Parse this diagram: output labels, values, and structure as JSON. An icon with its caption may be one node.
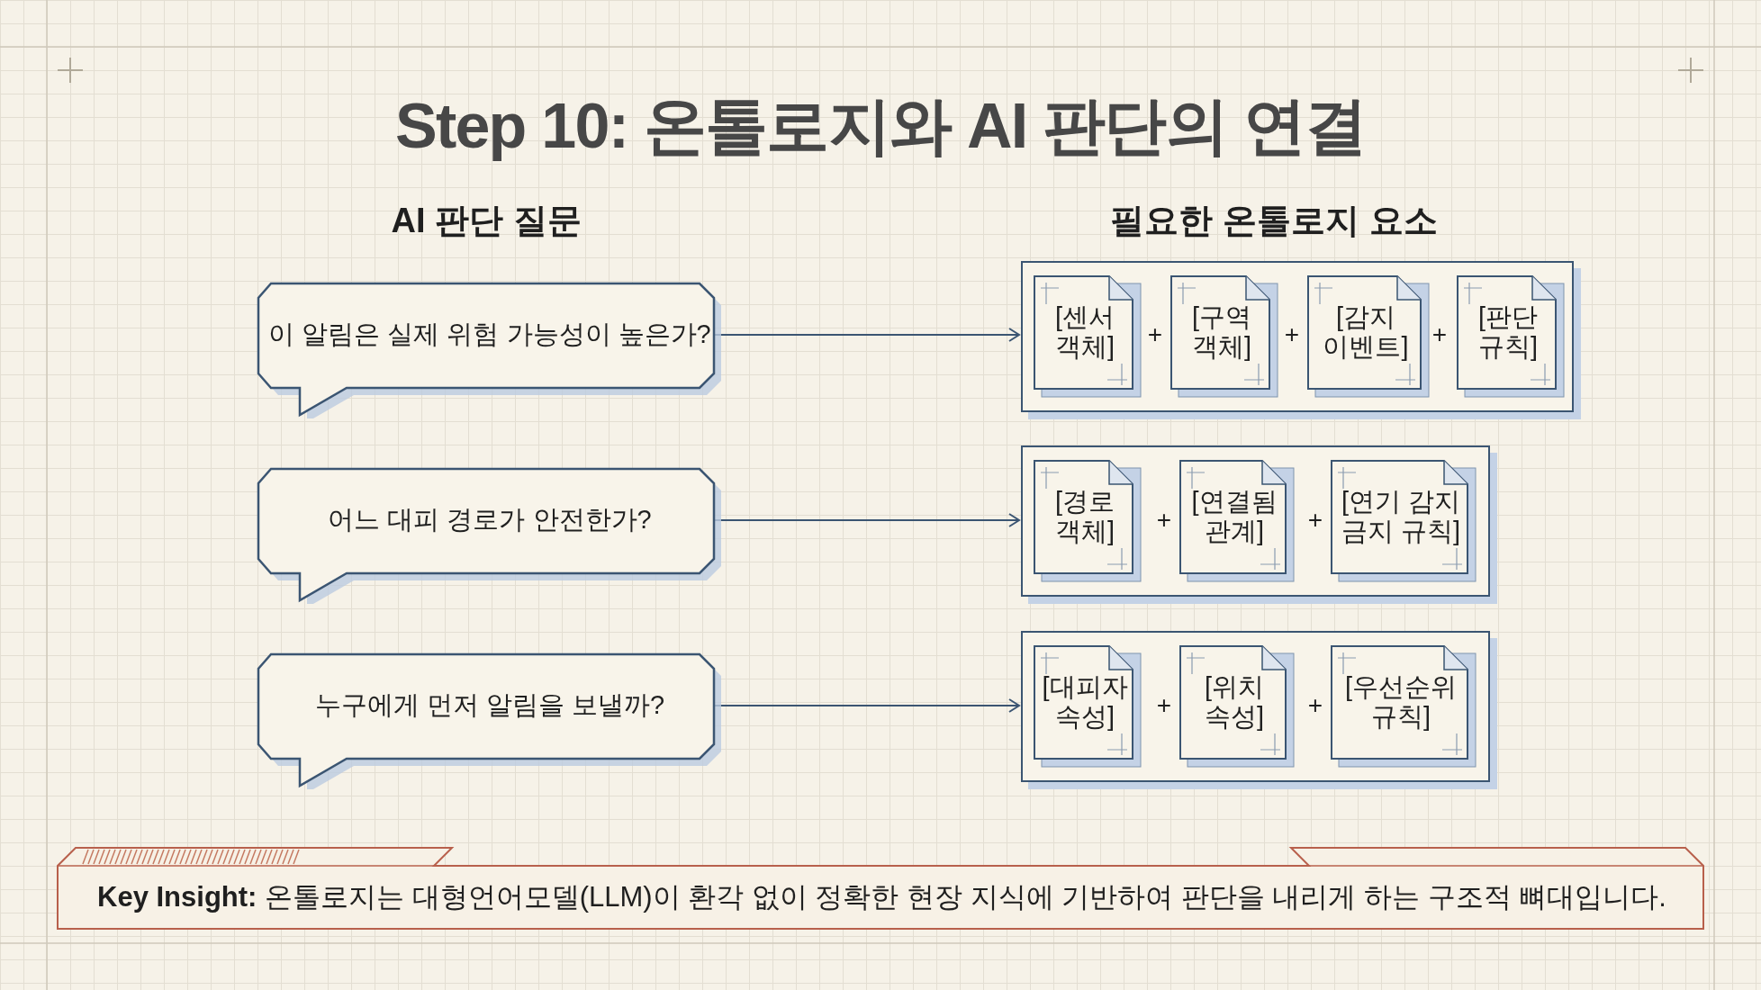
{
  "diagram": {
    "title": "Step 10: 온톨로지와 AI 판단의 연결",
    "nodes": [
      {
        "text": [
          "이 알림은 실제 위험 가능성이 높은가?"
        ]
      },
      {
        "text": [],
        "shape": "box"
      },
      {
        "text": [
          "[센서 객체]"
        ],
        "in": 1
      },
      {
        "text": [
          "[구역 객체]"
        ],
        "in": 1
      },
      {
        "text": [
          "[감지 이벤트]"
        ],
        "in": 1
      },
      {
        "text": [
          "[판단 규칙]"
        ],
        "in": 1
      },
      {
        "text": [
          "어느 대피 경로가 안전한가?"
        ]
      },
      {
        "text": [],
        "shape": "box"
      },
      {
        "text": [
          "[경로 객체]"
        ],
        "in": 7
      },
      {
        "text": [
          "[연결됨 관계]"
        ],
        "in": 7
      },
      {
        "text": [
          "[연기 감지 금지 규칙]"
        ],
        "in": 7
      },
      {
        "text": [
          "누구에게 먼저 알림을 보낼까?"
        ]
      },
      {
        "text": [],
        "shape": "box"
      },
      {
        "text": [
          "[대피자 속성]"
        ],
        "in": 12
      },
      {
        "text": [
          "[위치 속성]"
        ],
        "in": 12
      },
      {
        "text": [
          "[우선순위 규칙]"
        ],
        "in": 12
      },
      {
        "text": [
          "**Key Insight:** 온톨로지는 대형언어모델(LLM)이 환각 없이 정확한 현장 지식에 기반하여 판단을 내리게 하는 구조적 뼈대입니다."
        ]
      }
    ],
    "edges": [
      {
        "from": 0,
        "to": 1,
        "arrow": "to"
      },
      {
        "from": 6,
        "to": 7,
        "arrow": "to"
      },
      {
        "from": 11,
        "to": 12,
        "arrow": "to"
      }
    ],
    "labels": [
      "AI 판단 질문",
      "필요한 온톨로지 요소",
      "+",
      "+",
      "+",
      "+",
      "+",
      "+",
      "+"
    ]
  }
}
